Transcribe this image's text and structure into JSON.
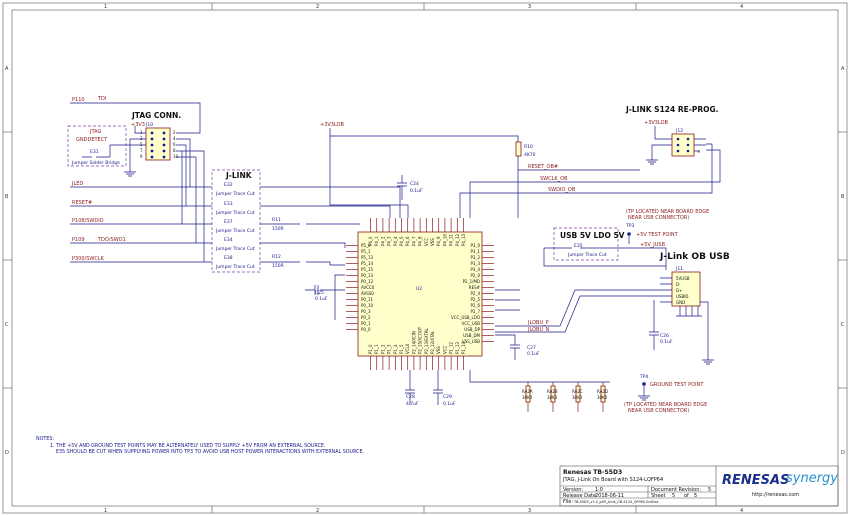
{
  "border": {
    "columns": [
      "1",
      "2",
      "3",
      "4"
    ],
    "rows": [
      "A",
      "B",
      "C",
      "D"
    ]
  },
  "jtag": {
    "title": "JTAG CONN.",
    "connector_ref": "J10",
    "power": "+3V3",
    "gnddetect_box": "JTAG\nGNDDETECT",
    "gnd_line1": "JTAG",
    "gnd_line2": "GNDDETECT",
    "bridge_ref": "E31",
    "bridge_label": "Jumper Solder Bridge",
    "pins_left": [
      "1",
      "3",
      "5",
      "7",
      "9"
    ],
    "pins_right": [
      "2",
      "4",
      "6",
      "8",
      "10"
    ],
    "nets": {
      "p110": "P110",
      "tdi": "TDI",
      "jled": "JLED",
      "reset": "RESET#",
      "p108": "P108/SWDIO",
      "p109": "P109",
      "tdo": "TDO/SWO1",
      "p300": "P300/SWCLK"
    }
  },
  "jlink_box": {
    "title": "J-LINK",
    "jumpers": [
      {
        "ref": "E32",
        "label": "Jumper Trace Cut"
      },
      {
        "ref": "E33",
        "label": "Jumper Trace Cut"
      },
      {
        "ref": "E37",
        "label": "Jumper Trace Cut"
      },
      {
        "ref": "E34",
        "label": "Jumper Trace Cut"
      },
      {
        "ref": "E38",
        "label": "Jumper Trace Cut"
      }
    ],
    "r11": {
      "ref": "R11",
      "value": "150R"
    },
    "r12": {
      "ref": "R12",
      "value": "150R"
    }
  },
  "mcu": {
    "ref": "U2",
    "left_pins": [
      "P5_0",
      "P5_1",
      "P5_13",
      "P5_14",
      "P5_15",
      "P0_13",
      "P0_12",
      "AVCC0",
      "AVSS0",
      "P0_11",
      "P0_10",
      "P0_3",
      "P0_2",
      "P0_1",
      "P0_0"
    ],
    "right_pins": [
      "P3_0",
      "P3_1",
      "P3_2",
      "P3_3",
      "P3_4",
      "P2_0",
      "P2_1/MD",
      "RES#",
      "P2_4",
      "P2_5",
      "P2_6",
      "P2_7",
      "VCC_USB_LDO",
      "VCC_USB",
      "USB_DP",
      "USB_DM",
      "VSS_USB"
    ],
    "top_pins": [
      "P4_0",
      "P4_1",
      "P4_2",
      "P4_3",
      "P4_4",
      "P4_5",
      "P4_6",
      "P4_7",
      "P4_8",
      "VCC",
      "VSS",
      "P4_9",
      "P4_10",
      "P4_11",
      "P4_12",
      "P4_13"
    ],
    "bottom_pins": [
      "P1_0",
      "P1_1",
      "P1_2",
      "P1_3",
      "P1_4",
      "P1_5",
      "VCL0",
      "P2_14/XCIN",
      "P2_15/XCOUT",
      "P2_13/EXTAL",
      "P2_12/XTAL",
      "VSS",
      "VCC",
      "P1_12",
      "P1_13",
      "P1_14"
    ]
  },
  "power_top": {
    "label": "+3V3LOB"
  },
  "r10": {
    "ref": "R10",
    "value": "4K70"
  },
  "c24": {
    "ref": "C24",
    "value": "0.1uF"
  },
  "c25": {
    "ref": "C25",
    "value": "0.1uF"
  },
  "c27": {
    "ref": "C27",
    "value": "0.1uF"
  },
  "c28": {
    "ref": "C28",
    "value": "4.7uF"
  },
  "c29": {
    "ref": "C29",
    "value": "0.1uF"
  },
  "c26": {
    "ref": "C26",
    "value": "0.1uF"
  },
  "ob_nets": {
    "reset_ob": "RESET_OB#",
    "swclk_ob": "SWCLK_OB",
    "swdio_ob": "SWDIO_OB",
    "jlobu_p": "JLOBU_P",
    "jlobu_n": "JLOBU_N"
  },
  "resistors_bottom": [
    {
      "ref": "RA2A",
      "value": "30K0"
    },
    {
      "ref": "RA2B",
      "value": "30K0"
    },
    {
      "ref": "RA2C",
      "value": "30K0"
    },
    {
      "ref": "RA2D",
      "value": "30K0"
    }
  ],
  "reprog": {
    "title": "J-LINK S124 RE-PROG.",
    "power": "+3V3LOB",
    "connector_ref": "J12"
  },
  "tp3": {
    "note": "(TP LOCATED NEAR BOARD EDGE\nNEAR USB CONNECTOR)",
    "note1": "(TP LOCATED NEAR BOARD EDGE",
    "note2": "NEAR USB CONNECTOR)",
    "ref": "TP3",
    "label": "+5V TEST POINT"
  },
  "usb5v": {
    "box_title": "USB 5V  LDO 5V",
    "ref": "E35",
    "label": "Jumper Trace Cut",
    "net": "+5V_JUSB"
  },
  "usb": {
    "title": "J-Link OB USB",
    "connector_ref": "J11",
    "pins": [
      "5VUSB",
      "D-",
      "D+",
      "USBID",
      "GND"
    ]
  },
  "tp4": {
    "ref": "TP4",
    "label": "GROUND TEST POINT",
    "note1": "(TP LOCATED NEAR BOARD EDGE",
    "note2": "NEAR USB CONNECTOR)"
  },
  "notes": {
    "heading": "NOTES:",
    "line1": "1. THE +5V AND GROUND TEST POINTS MAY BE ALTERNATELY USED TO SUPPLY +5V FROM AN EXTERNAL SOURCE.",
    "line2": "E35 SHOULD BE CUT WHEN SUPPLYING POWER INTO TP3 TO AVOID USB HOST POWER INTERACTIONS WITH EXTERNAL SOURCE."
  },
  "title_block": {
    "company_title": "Renesas TB-S5D3",
    "subtitle": "JTAG, J-Link On Board with S124-LQFP64",
    "version_label": "Version:",
    "version_value": "1.0",
    "release_label": "Release Date",
    "release_value": "2018-06-11",
    "file_label": "File:",
    "file_value": "TB-S5D3_v1.0_p05_JLink_OB-S124_QFP64.SchDoc",
    "docrev_label": "Document Revision:",
    "docrev_value": "5",
    "sheet_label": "Sheet",
    "sheet_value": "5",
    "of_label": "of",
    "of_value": "5",
    "logo_a": "RENESAS",
    "logo_b": "synergy",
    "website": "http://renesas.com"
  }
}
